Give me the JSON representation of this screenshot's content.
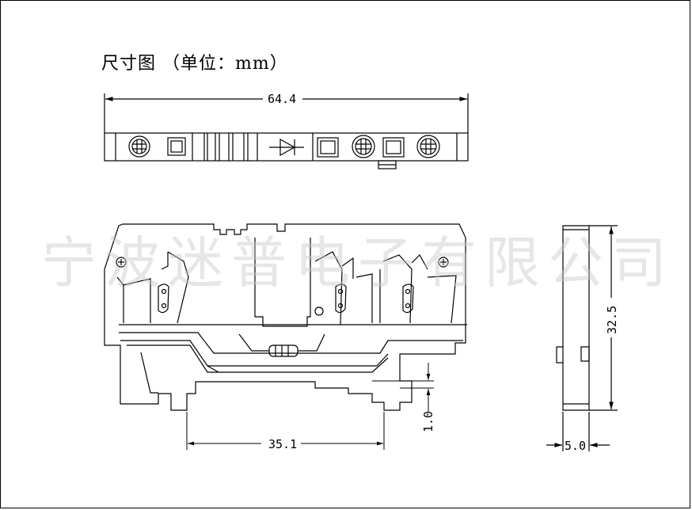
{
  "title": "尺寸图 （单位：mm）",
  "watermark": "宁波迷普电子有限公司",
  "dimensions": {
    "overall_length": "64.4",
    "height": "32.5",
    "rail_span": "35.1",
    "offset": "1.0",
    "thickness": "5.0"
  }
}
